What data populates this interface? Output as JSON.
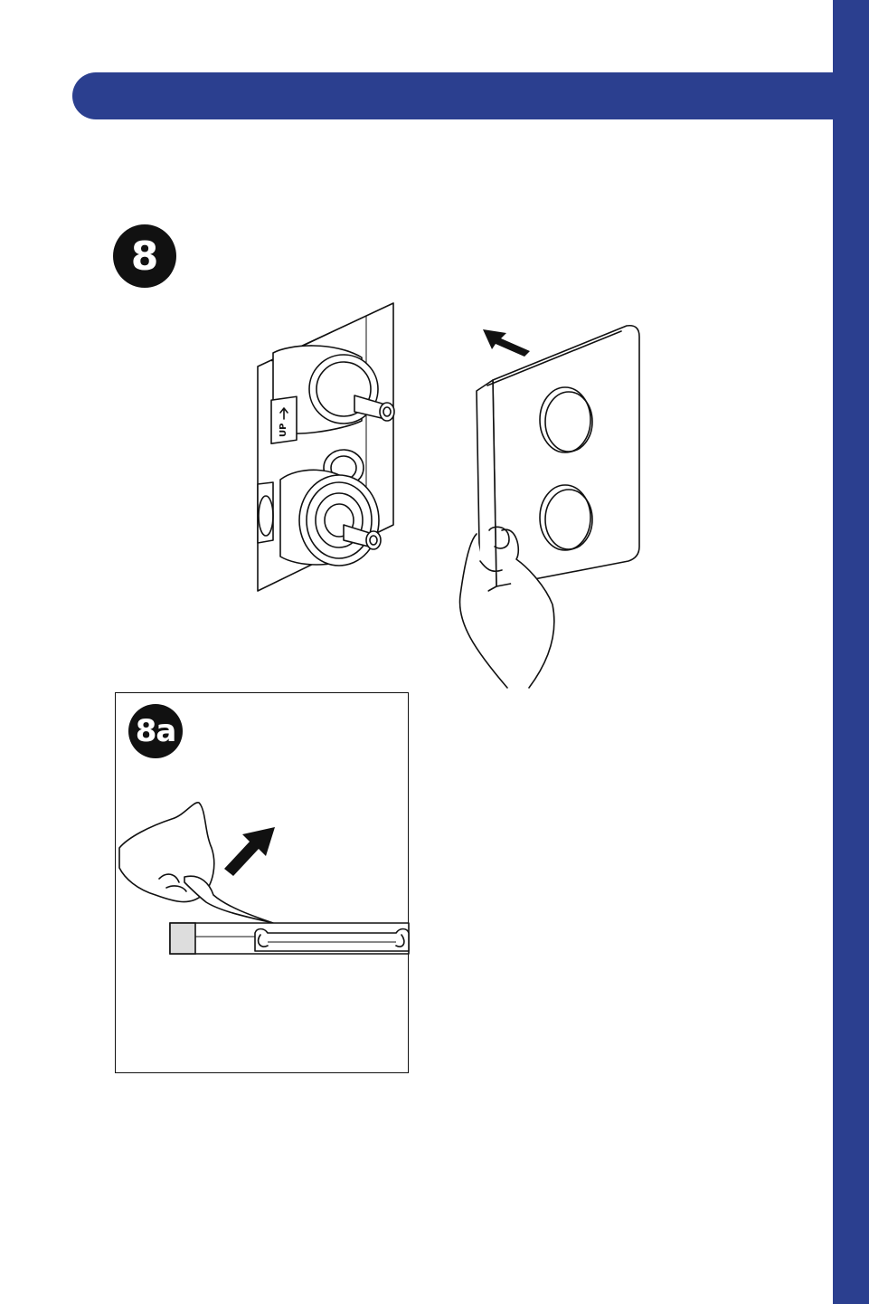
{
  "theme": {
    "accent": "#2b3f8f",
    "ink": "#111111"
  },
  "steps": {
    "main": {
      "number": "8"
    },
    "inset": {
      "number": "8a"
    }
  },
  "valve": {
    "up_label": "UP"
  },
  "icons": [
    "arrow-up-left-icon",
    "arrow-up-right-icon",
    "hand-icon"
  ]
}
